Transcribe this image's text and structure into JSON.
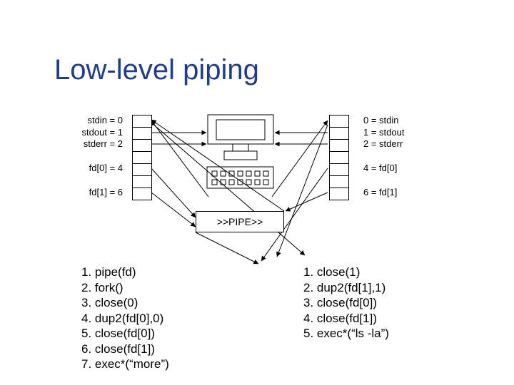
{
  "title": "Low-level piping",
  "left_labels": [
    "stdin = 0",
    "stdout = 1",
    "stderr = 2",
    "fd[0] = 4",
    "fd[1] = 6"
  ],
  "right_labels": [
    "0 = stdin",
    "1 = stdout",
    "2 = stderr",
    "4 = fd[0]",
    "6 = fd[1]"
  ],
  "pipe_label": ">>PIPE>>",
  "left_steps": [
    "1. pipe(fd)",
    "2. fork()",
    "3. close(0)",
    "4. dup2(fd[0],0)",
    "5. close(fd[0])",
    "6. close(fd[1])",
    "7. exec*(“more”)"
  ],
  "right_steps": [
    "1. close(1)",
    "2. dup2(fd[1],1)",
    "3. close(fd[0])",
    "4. close(fd[1])",
    "5. exec*(“ls -la”)"
  ],
  "icons": [
    "monitor-icon",
    "keyboard-icon"
  ]
}
